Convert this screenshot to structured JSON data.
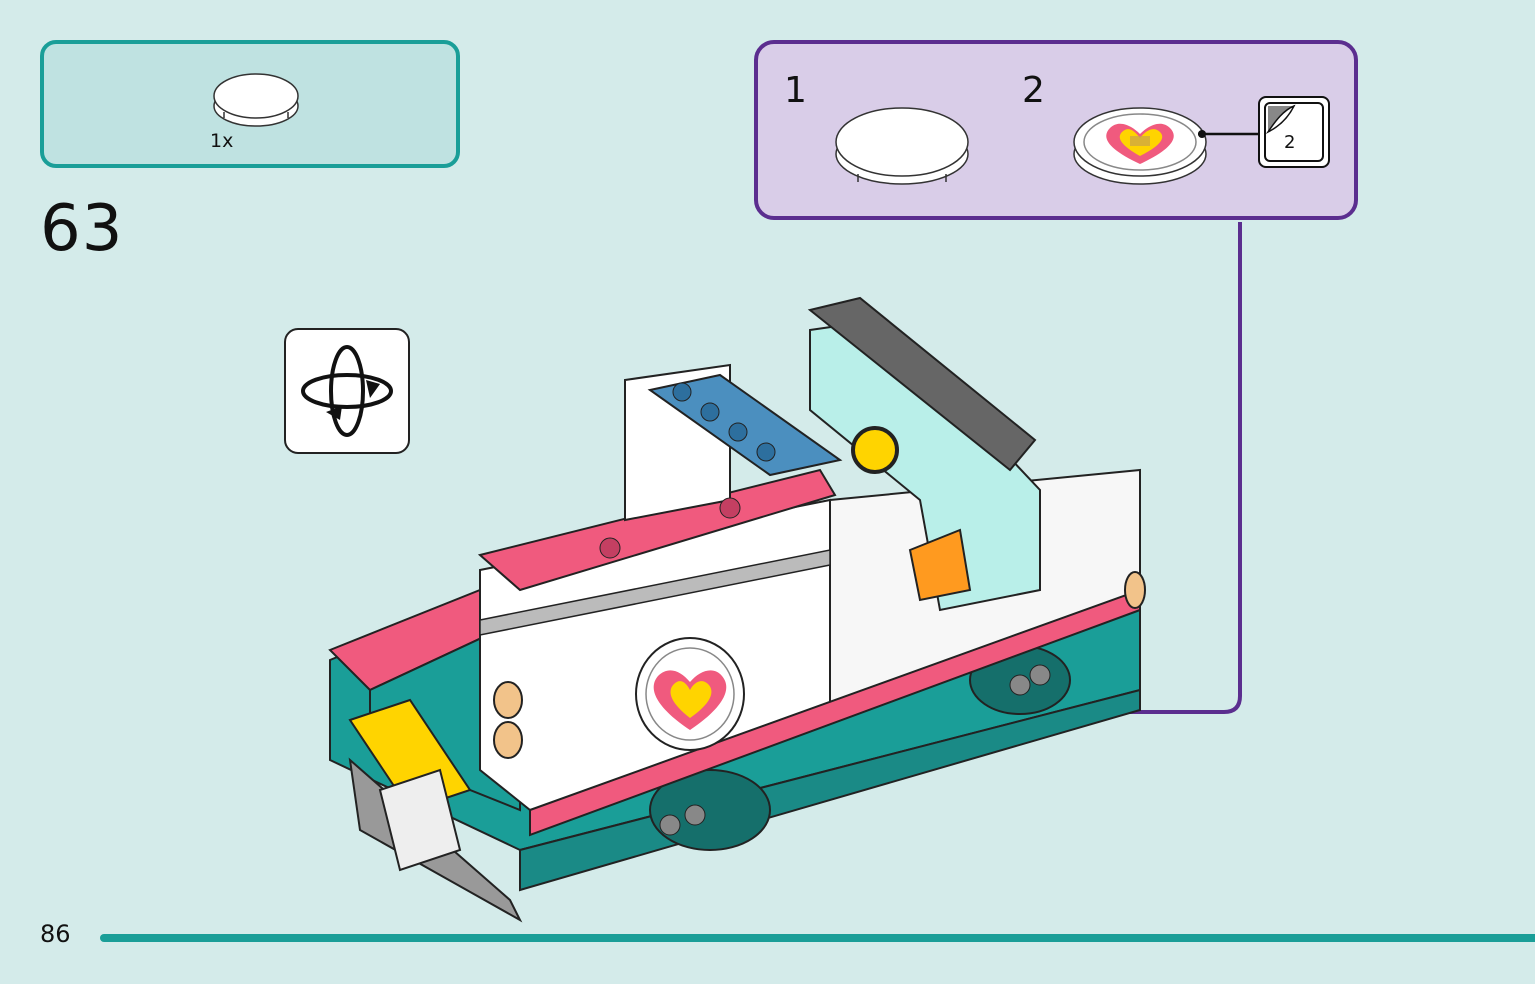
{
  "parts_list": {
    "quantity": "1x",
    "part_icon": "round-tile-2x2-white-icon"
  },
  "step": {
    "number": "63",
    "rotate_icon": "rotate-model-icon"
  },
  "sub_assembly": {
    "step_1_label": "1",
    "step_2_label": "2",
    "sticker_sheet_number": "2",
    "sticker_icon": "sticker-sheet-icon"
  },
  "footer": {
    "page_number": "86"
  },
  "colors": {
    "background": "#d4ebea",
    "teal": "#1a9e98",
    "purple": "#5b2e8f",
    "pink": "#f05a7e",
    "yellow": "#ffd400",
    "azure": "#4b8fbf"
  }
}
